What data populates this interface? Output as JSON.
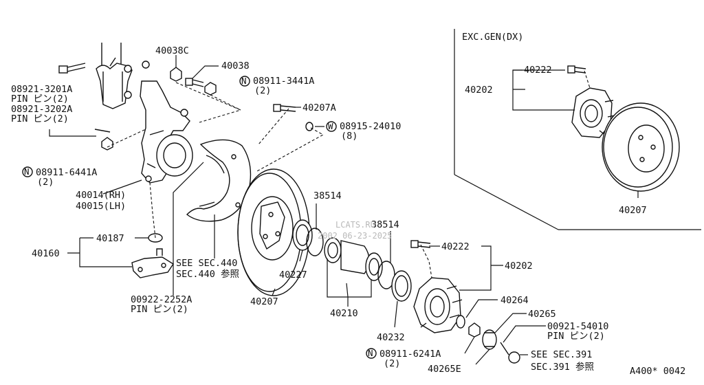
{
  "inset": {
    "title": "EXC.GEN(DX)"
  },
  "labels": {
    "p40038C": "40038C",
    "p40038": "40038",
    "p08911_3441A": "08911-3441A",
    "p08911_3441A_qty": "(2)",
    "p08921_3201A": "08921-3201A",
    "pin_2_a": "PIN ピン(2)",
    "p08921_3202A": "08921-3202A",
    "pin_2_b": "PIN ピン(2)",
    "p40207A": "40207A",
    "p08915_24010": "08915-24010",
    "p08915_24010_qty": "(8)",
    "p08911_6441A": "08911-6441A",
    "p08911_6441A_qty": "(2)",
    "p40014": "40014(RH)",
    "p40015": "40015(LH)",
    "p40187": "40187",
    "p40160": "40160",
    "see_sec_440": "SEE SEC.440",
    "sec_440_jp": "SEC.440 参照",
    "p00922_2252A": "00922-2252A",
    "pin_2_c": "PIN ピン(2)",
    "p38514_a": "38514",
    "p38514_b": "38514",
    "p40227": "40227",
    "p40207": "40207",
    "p40210": "40210",
    "p40222": "40222",
    "p40202": "40202",
    "p40232": "40232",
    "p40264": "40264",
    "p40265": "40265",
    "p00921_54010": "00921-54010",
    "pin_2_d": "PIN ピン(2)",
    "see_sec_391": "SEE SEC.391",
    "sec_391_jp": "SEC.391 参照",
    "p08911_6241A": "08911-6241A",
    "p08911_6241A_qty": "(2)",
    "p40265E": "40265E",
    "inset_40222": "40222",
    "inset_40202": "40202",
    "inset_40207": "40207",
    "nut_marker": "N",
    "washer_marker": "W",
    "figure_code": "A400* 0042"
  },
  "watermark": {
    "line1": "LCATS.RU",
    "line2": "2002 06-23-2025"
  }
}
